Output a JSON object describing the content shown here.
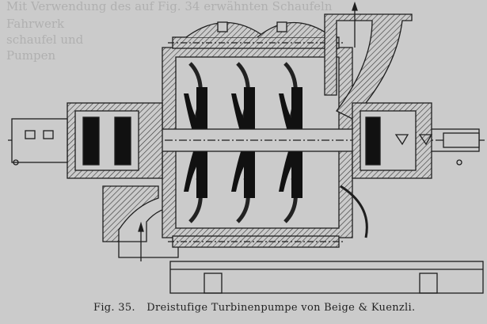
{
  "background_text": [
    "Mit Verwendung des auf Fig. 34 erwähnten Schaufeln",
    "Fahrwerk",
    "schaufel und",
    "Pumpen"
  ],
  "caption": {
    "figure_number": "Fig. 35.",
    "title": "Dreistufige Turbinenpumpe von Beige & Kuenzli."
  },
  "colors": {
    "paper": "#cbcbcb",
    "ink": "#1e1e1e",
    "solid": "#111111"
  }
}
